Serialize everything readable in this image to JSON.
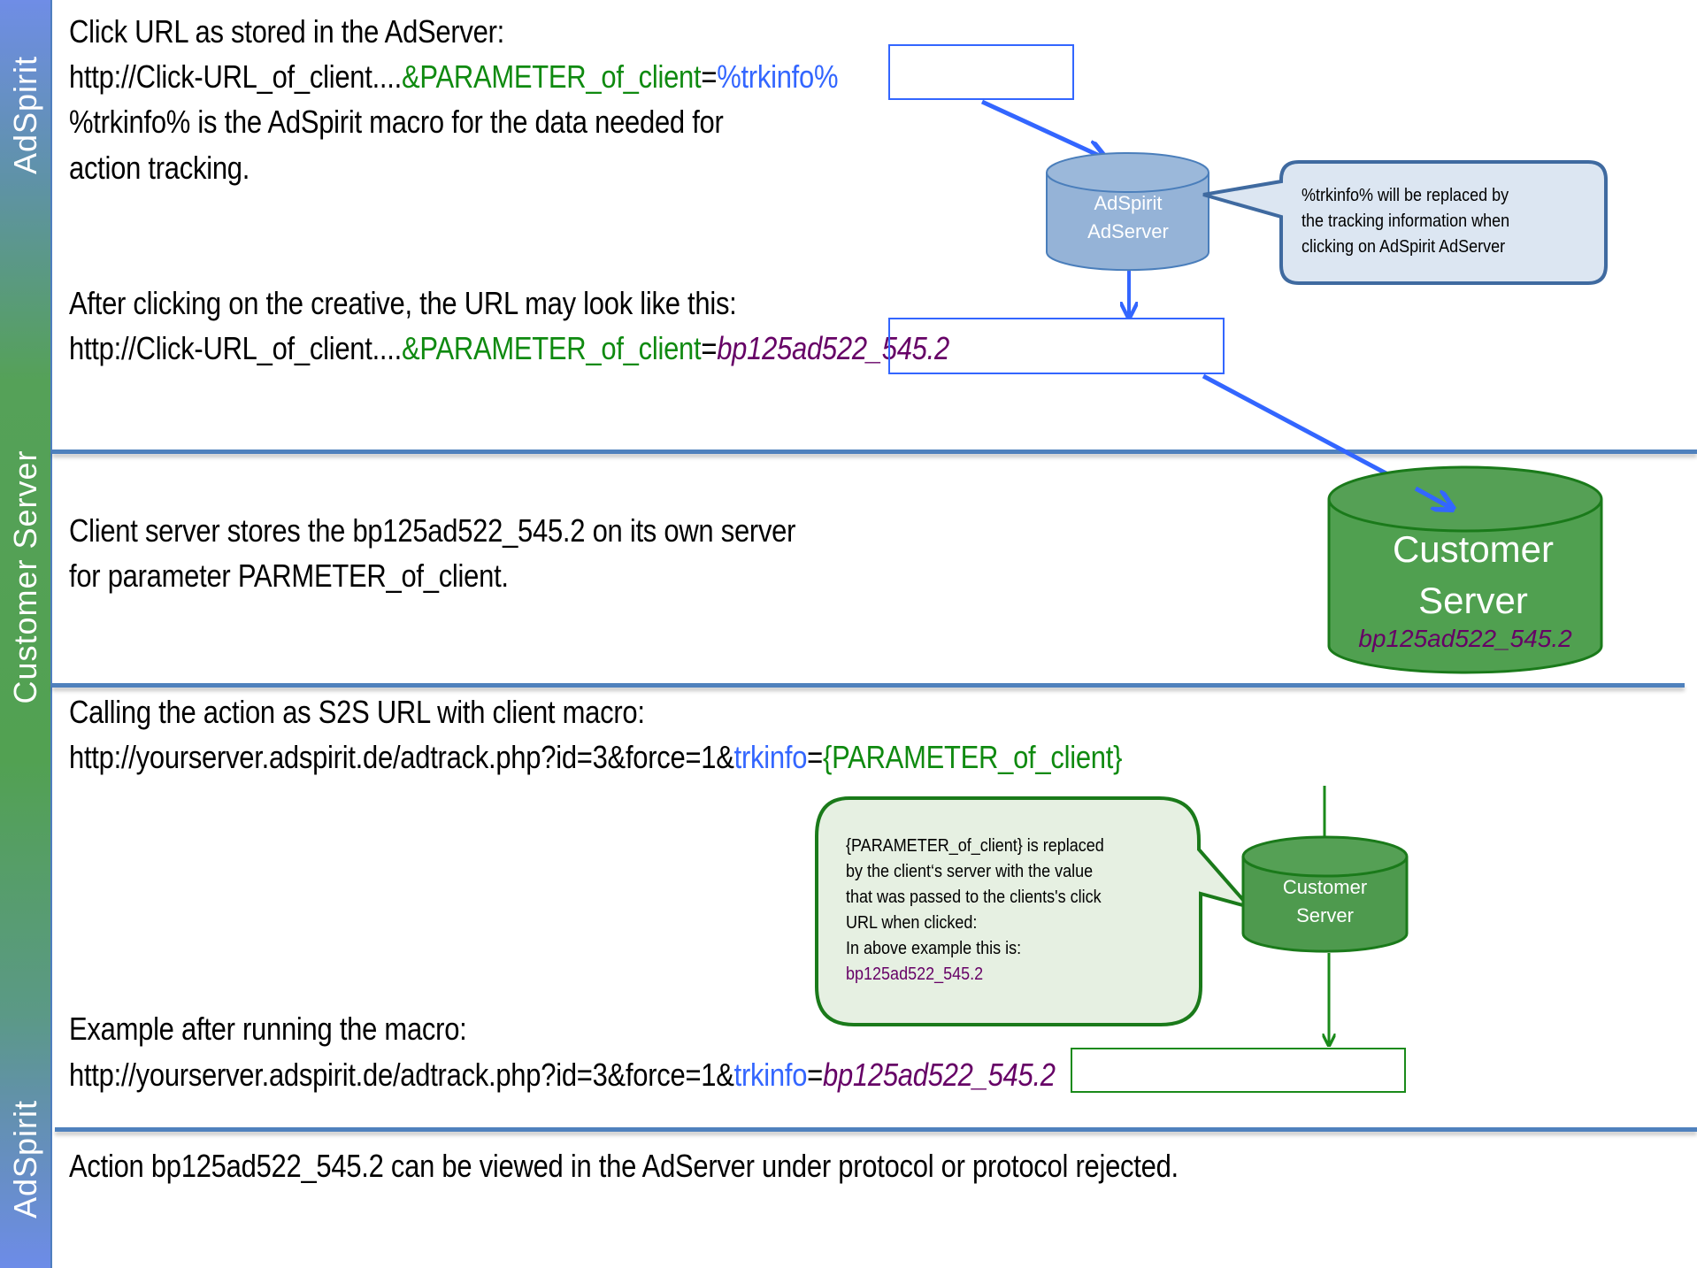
{
  "lanes": [
    {
      "label": "AdSpirit"
    },
    {
      "label": "Customer Server"
    },
    {
      "label": "AdSpirit"
    }
  ],
  "section1": {
    "line1": "Click URL as stored in the AdServer:",
    "url_prefix": "http://Click-URL_of_client....",
    "url_param": "&PARAMETER_of_client",
    "url_eq": "=",
    "url_macro": "%trkinfo%",
    "line3": "%trkinfo% is the AdSpirit macro for the data needed for",
    "line4": "action tracking."
  },
  "adserver_cylinder": {
    "line1": "AdSpirit",
    "line2": "AdServer"
  },
  "blue_callout": {
    "lines": [
      "%trkinfo% will be replaced by",
      "the tracking information when",
      "clicking on AdSpirit AdServer"
    ]
  },
  "section2": {
    "line1": "After clicking on the creative, the URL may look like this:",
    "url_prefix": "http://Click-URL_of_client....",
    "url_param": "&PARAMETER_of_client",
    "url_eq": "=",
    "url_value": "bp125ad522_545.2"
  },
  "section3": {
    "line1": "Client server stores the bp125ad522_545.2 on its own server",
    "line2": "for parameter PARMETER_of_client."
  },
  "customer_cylinder_large": {
    "line1": "Customer",
    "line2": "Server",
    "value": "bp125ad522_545.2"
  },
  "section4": {
    "line1": "Calling the action as S2S URL with client macro:",
    "url_prefix": "http://yourserver.adspirit.de/adtrack.php?id=3&force=1&",
    "url_key": "trkinfo",
    "url_eq": "=",
    "url_macro": "{PARAMETER_of_client}"
  },
  "green_callout": {
    "lines": [
      "{PARAMETER_of_client} is replaced",
      "by the client‘s server with the value",
      "that was passed to the clients's click",
      "URL when clicked:",
      "In above example this is:"
    ],
    "value": "bp125ad522_545.2"
  },
  "customer_cylinder_small": {
    "line1": "Customer",
    "line2": "Server"
  },
  "section5": {
    "line1": "Example after running the macro:",
    "url_prefix": "http://yourserver.adspirit.de/adtrack.php?id=3&force=1&",
    "url_key": "trkinfo",
    "url_eq": "=",
    "url_value": "bp125ad522_545.2"
  },
  "section6": {
    "line1": "Action bp125ad522_545.2 can be viewed in the AdServer under protocol or protocol rejected."
  },
  "colors": {
    "param_green": "#0f8a10",
    "macro_blue": "#3366ff",
    "value_purple": "#660066",
    "divider_blue": "#4f81bd",
    "adserver_fill": "#95b3d7",
    "customer_fill": "#4e9a4e"
  }
}
